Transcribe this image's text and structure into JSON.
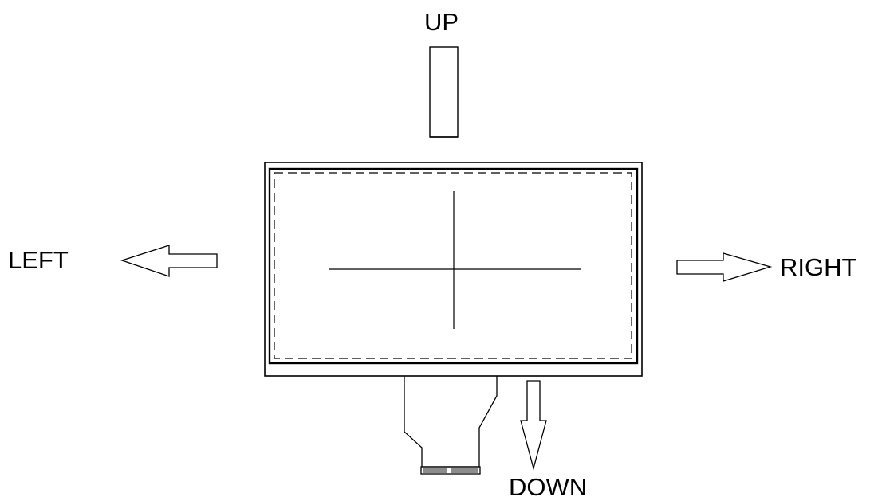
{
  "labels": {
    "up": "UP",
    "down": "DOWN",
    "left": "LEFT",
    "right": "RIGHT"
  },
  "colors": {
    "line": "#000000",
    "background": "#ffffff"
  }
}
